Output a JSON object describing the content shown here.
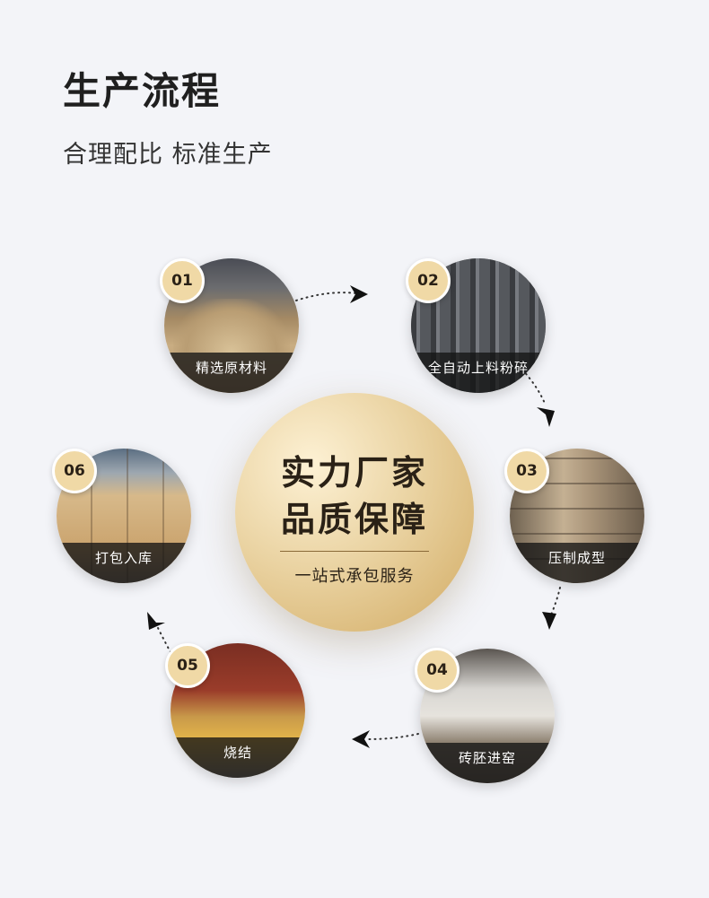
{
  "header": {
    "title": "生产流程",
    "subtitle": "合理配比 标准生产"
  },
  "center": {
    "line1": "实力厂家",
    "line2": "品质保障",
    "tagline": "一站式承包服务"
  },
  "steps": [
    {
      "number": "01",
      "label": "精选原材料"
    },
    {
      "number": "02",
      "label": "全自动上料粉碎"
    },
    {
      "number": "03",
      "label": "压制成型"
    },
    {
      "number": "04",
      "label": "砖胚进窑"
    },
    {
      "number": "05",
      "label": "烧结"
    },
    {
      "number": "06",
      "label": "打包入库"
    }
  ],
  "colors": {
    "background": "#f3f4f8",
    "badge": "#f0d9a6",
    "center_gold": "#d1aa62",
    "caption_bar": "#141414"
  }
}
